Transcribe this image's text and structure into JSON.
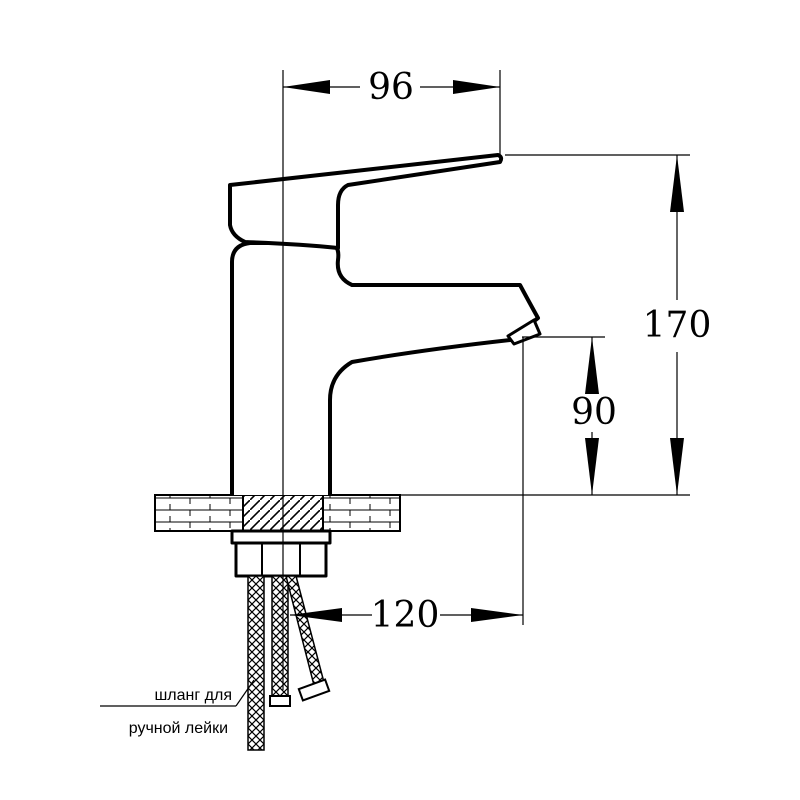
{
  "dimensions": {
    "spout_reach": "96",
    "total_height": "170",
    "spout_height": "90",
    "spout_to_hose": "120"
  },
  "note": {
    "line1": "шланг для",
    "line2": "ручной лейки"
  },
  "colors": {
    "line": "#000000",
    "background": "#ffffff"
  }
}
